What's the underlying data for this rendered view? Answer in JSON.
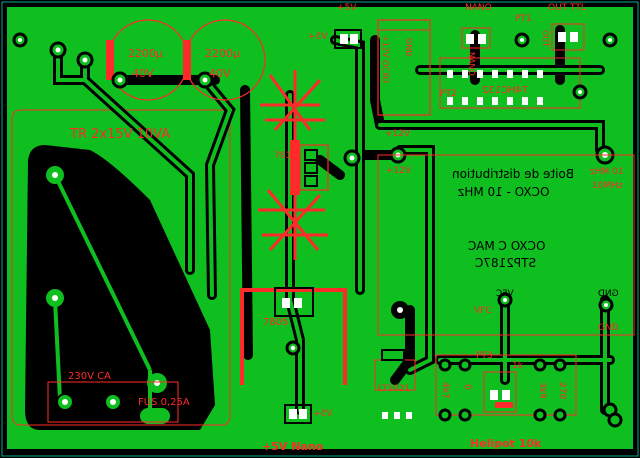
{
  "labels": {
    "plus5v_top": "+5V",
    "nano_top": "NANO",
    "out_ttl": "OUT TTL",
    "pt1": "PT1",
    "cap1_value": "2200µ",
    "cap1_voltage": "40V",
    "cap2_value": "2200µ",
    "cap2_voltage": "40V",
    "transformer": "TR 2x15V 10VA",
    "vplus_top": "V5+",
    "ocxo_left": "+12V OCXO",
    "ocxo_gnd": "GND",
    "nano_conn": "NANO",
    "out_conn": "OUT",
    "chip": "74HC132",
    "pt2": "PT2",
    "reg_7812": "7812",
    "plus12v_a": "+12V",
    "plus12v_b": "+12V",
    "mhz10_a": "10 MHz",
    "mhz10_b": "10MHz",
    "title_line1": "Boite de distribution",
    "title_line2": "OCXO - 10 MHz",
    "author_line1": "OCXO C MAC",
    "author_line2": "STP2187C",
    "vfc_top": "VFC",
    "vfc_label": "VFC",
    "gnd_top": "GND",
    "gnd_label": "GND",
    "reg_7805": "7805",
    "mains": "230V CA",
    "fuse": "FUS 0,25A",
    "pt3": "PT3",
    "lt": "LT1021",
    "res1": "4k7",
    "res2": "0",
    "res3": "1k",
    "res4": "3k9",
    "res5": "270",
    "vplus_bottom": "V5+",
    "plus5v_nano": "+5V Nano",
    "helipot": "Helipot 10k"
  },
  "colors": {
    "board": "#000000",
    "copper": "#0fbf1f",
    "silk": "#ff2a2a",
    "pad": "#e8e8e8"
  }
}
